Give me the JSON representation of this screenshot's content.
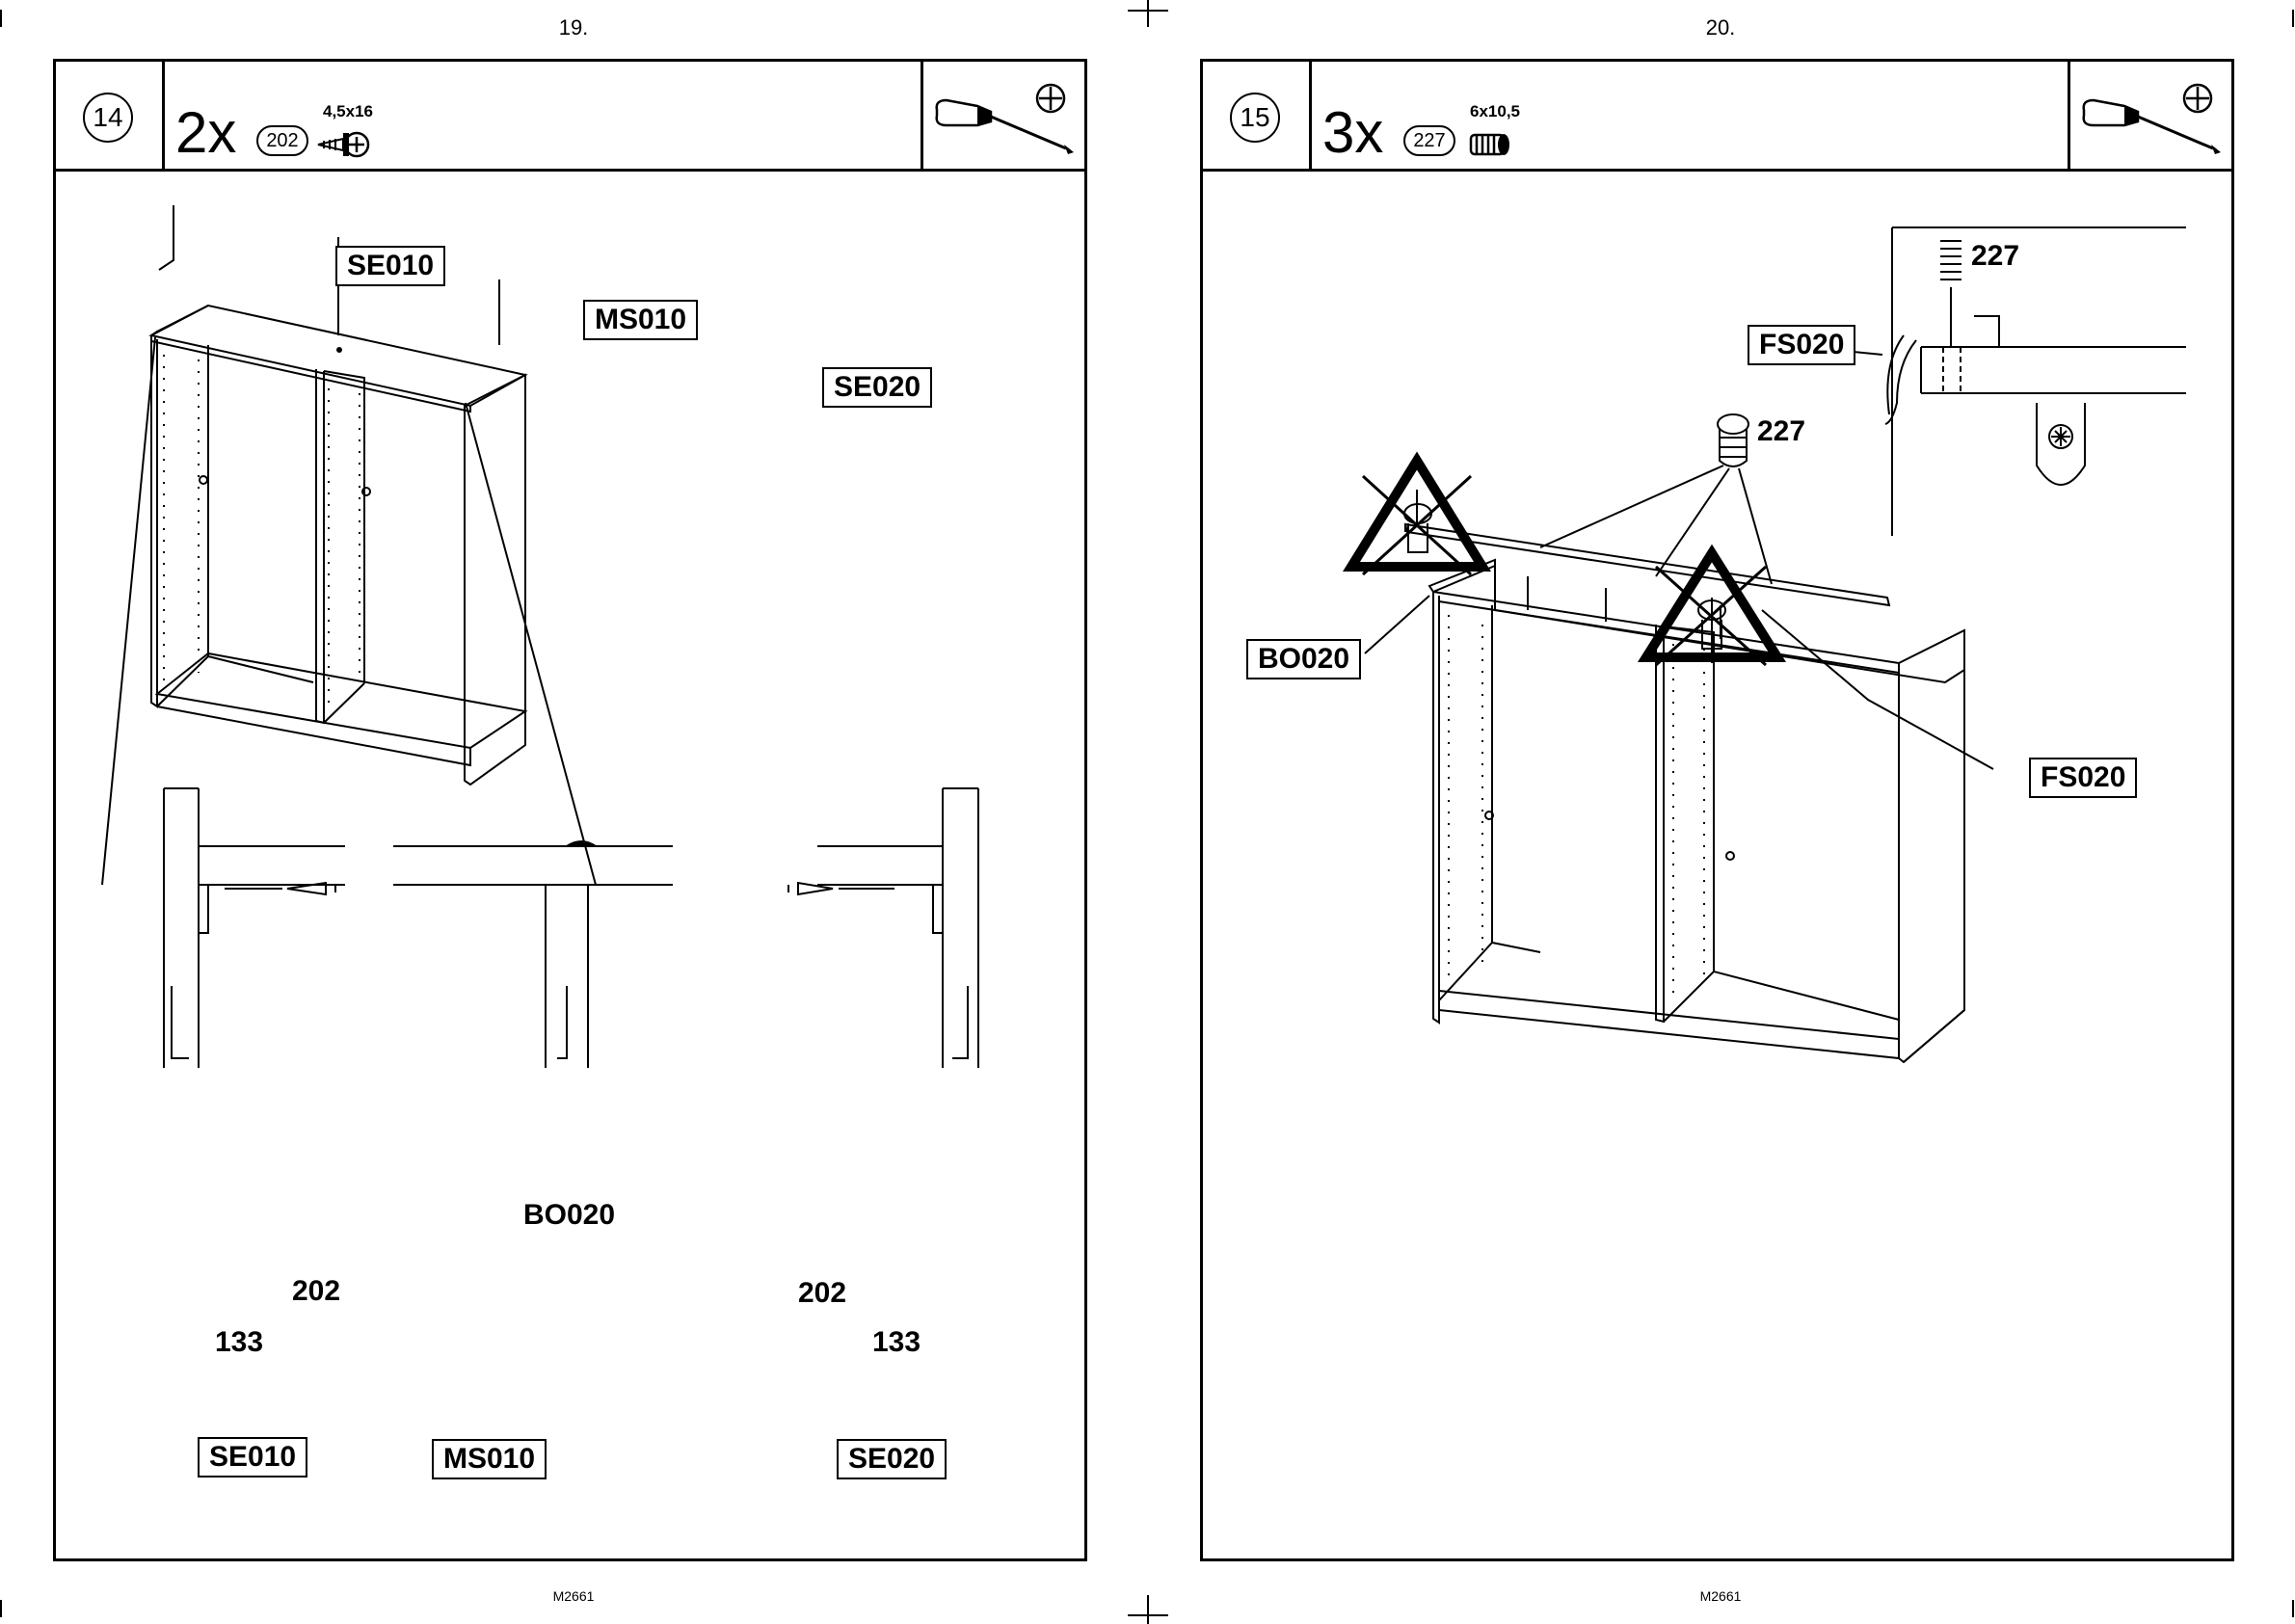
{
  "left_page": {
    "page_number": "19.",
    "footer": "M2661",
    "step": "14",
    "quantity": "2x",
    "part_number": "202",
    "part_size": "4,5x16",
    "tool": "phillips-screwdriver",
    "labels": {
      "top_side_left": "SE010",
      "top_middle": "MS010",
      "top_side_right": "SE020",
      "bottom_panel": "BO020",
      "screw_left": "202",
      "screw_right": "202",
      "dim_left": "133",
      "dim_right": "133",
      "bottom_side_left": "SE010",
      "bottom_middle": "MS010",
      "bottom_side_right": "SE020"
    }
  },
  "right_page": {
    "page_number": "20.",
    "footer": "M2661",
    "step": "15",
    "quantity": "3x",
    "part_number": "227",
    "part_size": "6x10,5",
    "tool": "phillips-screwdriver",
    "labels": {
      "detail_rail": "FS020",
      "detail_part": "227",
      "center_part": "227",
      "bottom_panel": "BO020",
      "rail": "FS020"
    },
    "warnings": [
      "do-not-use-crossed-triangle",
      "do-not-use-crossed-triangle"
    ]
  }
}
